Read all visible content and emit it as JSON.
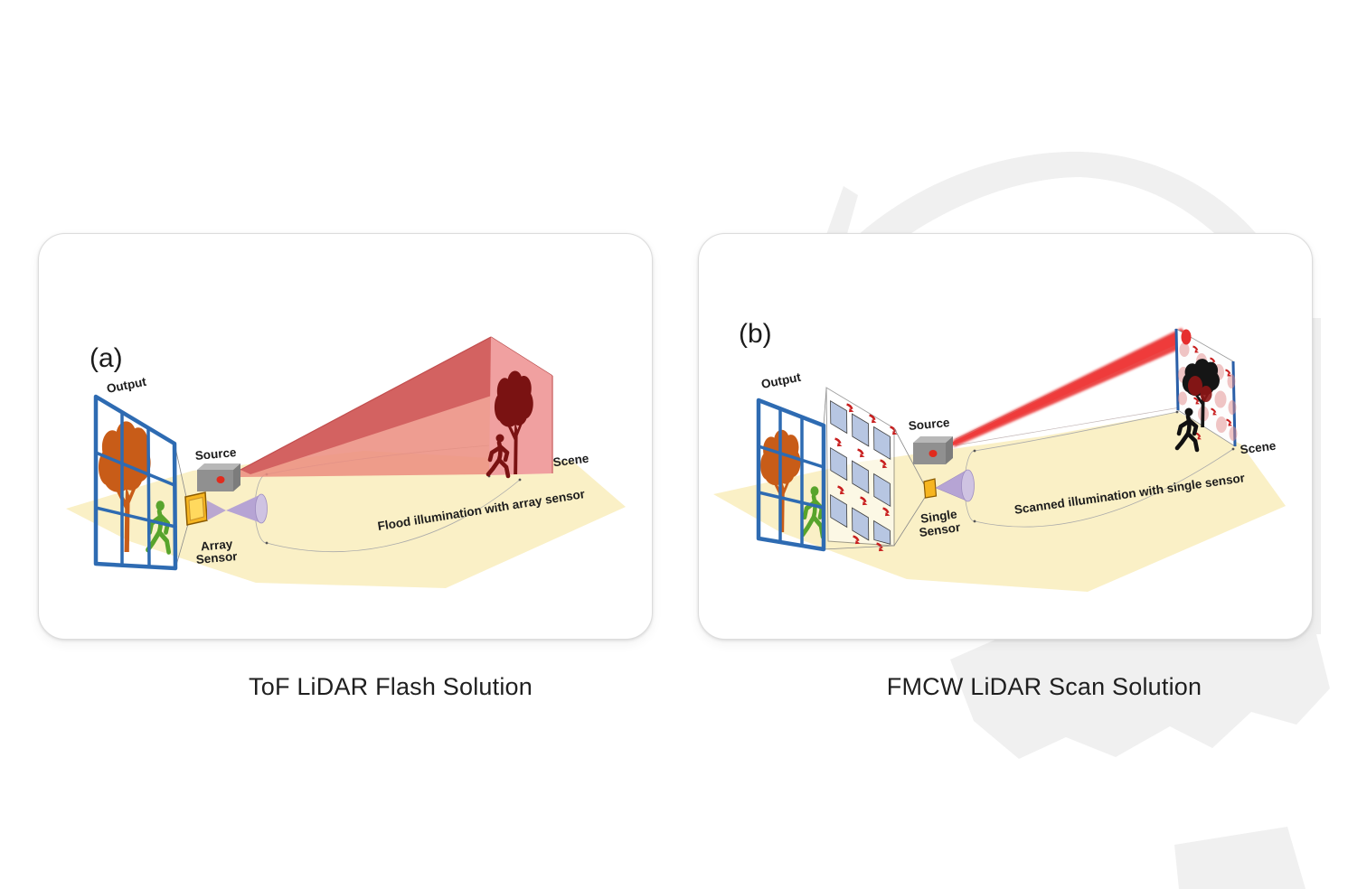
{
  "figure": {
    "panel_a": {
      "tag": "(a)",
      "caption": "ToF LiDAR Flash Solution",
      "labels": {
        "output": "Output",
        "source": "Source",
        "sensor_line1": "Array",
        "sensor_line2": "Sensor",
        "scene": "Scene",
        "floor": "Flood illumination with array sensor"
      }
    },
    "panel_b": {
      "tag": "(b)",
      "caption": "FMCW LiDAR Scan Solution",
      "labels": {
        "output": "Output",
        "source": "Source",
        "sensor_line1": "Single",
        "sensor_line2": "Sensor",
        "scene": "Scene",
        "floor": "Scanned illumination with single sensor"
      }
    },
    "colors": {
      "floor_yellow": "#faf0c6",
      "grid_blue": "#2e6bb2",
      "tree_orange": "#c85c18",
      "runner_green": "#58a42c",
      "beam_red": "#ea3030",
      "flood_pink": "#f0a0a0",
      "flood_top": "#d15f5f",
      "silhouette_maroon": "#7a1212",
      "sensor_gold": "#f6b520",
      "cone_lavender": "#b6a4d4",
      "scan_square_blue": "#b7c6e2",
      "arrow_red": "#c81e1e",
      "watermark_gray": "#f0f0f0",
      "caption_text": "#1f1f1f"
    }
  }
}
